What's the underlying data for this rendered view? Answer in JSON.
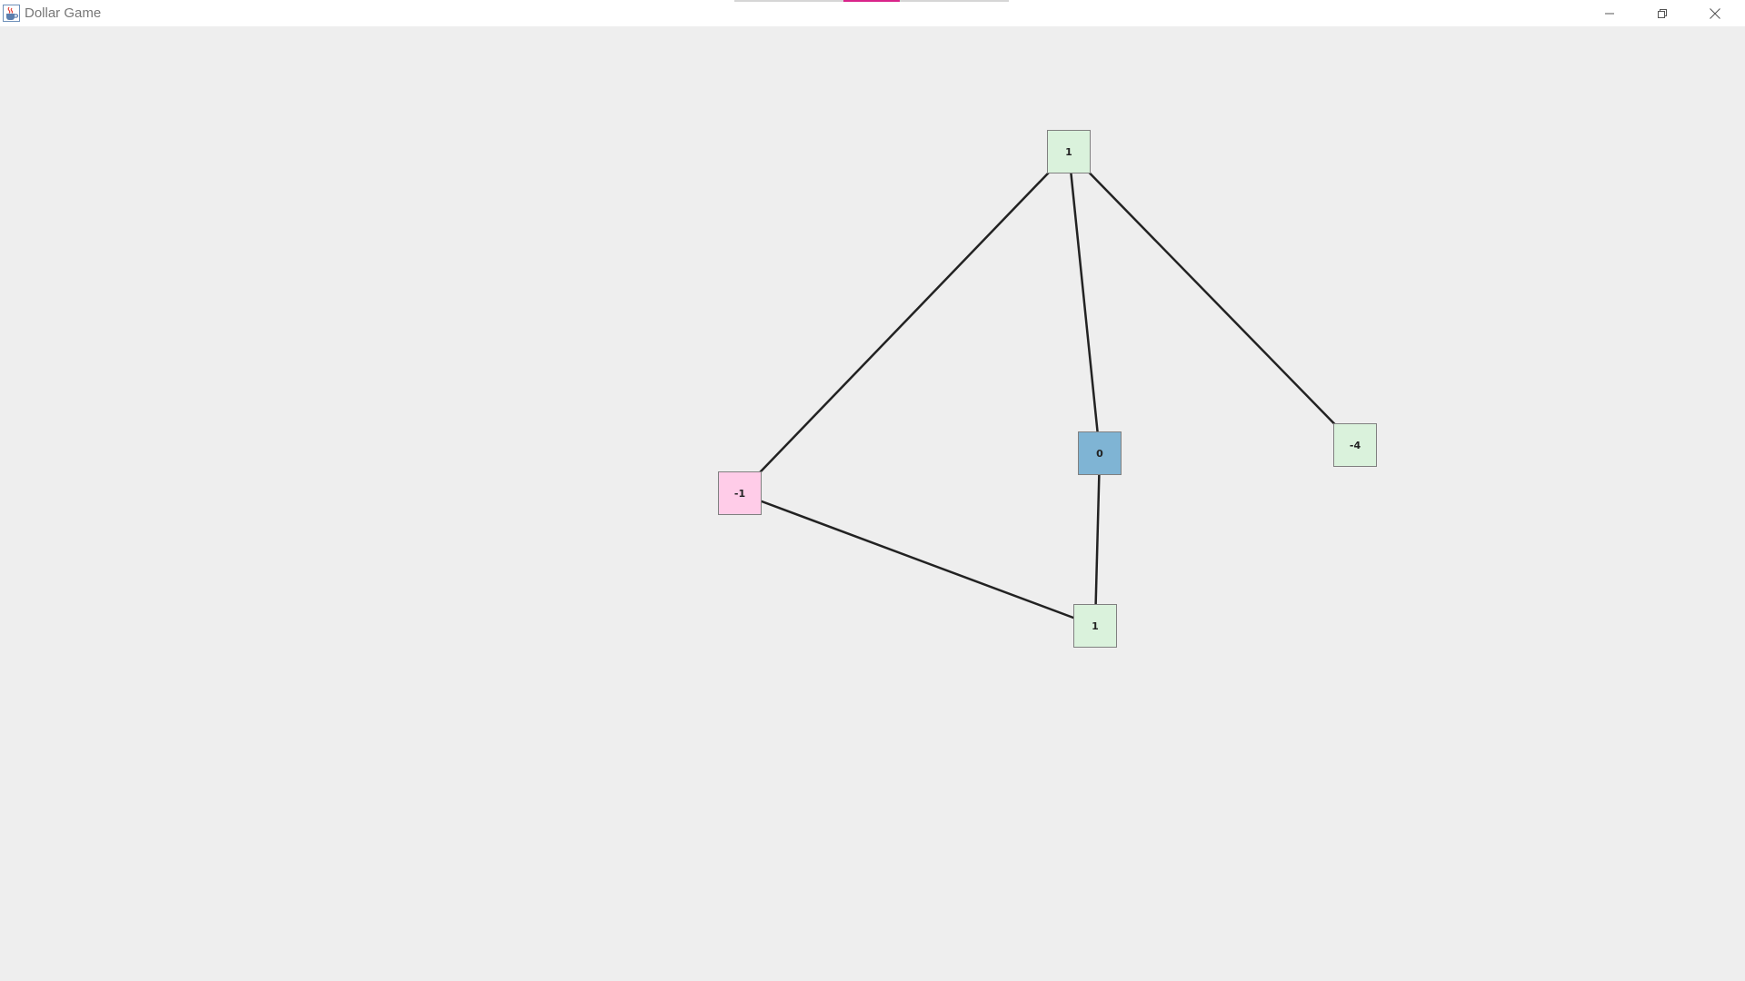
{
  "window": {
    "title": "Dollar Game",
    "icon": "java-cup-icon"
  },
  "controls": {
    "minimize_icon": "minimize-icon",
    "maximize_icon": "restore-icon",
    "close_icon": "close-icon"
  },
  "colors": {
    "positive_node": "#daf2dc",
    "negative_node": "#ffcce8",
    "selected_node": "#7fb4d4",
    "edge": "#222222",
    "background": "#eeeeee"
  },
  "graph": {
    "nodes": [
      {
        "id": "a",
        "value": "1",
        "state": "positive"
      },
      {
        "id": "b",
        "value": "0",
        "state": "selected"
      },
      {
        "id": "c",
        "value": "-4",
        "state": "positive"
      },
      {
        "id": "d",
        "value": "-1",
        "state": "negative"
      },
      {
        "id": "e",
        "value": "1",
        "state": "positive"
      }
    ],
    "edges": [
      [
        "a",
        "d"
      ],
      [
        "a",
        "b"
      ],
      [
        "a",
        "c"
      ],
      [
        "d",
        "e"
      ],
      [
        "b",
        "e"
      ]
    ]
  }
}
